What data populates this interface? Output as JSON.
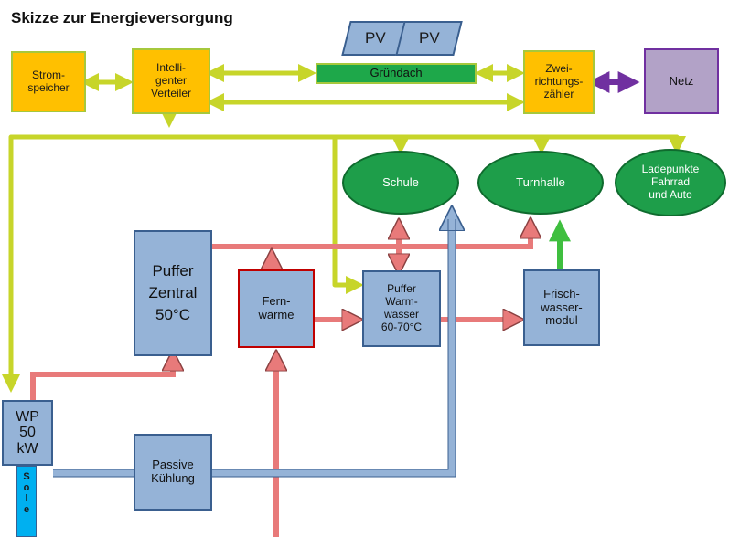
{
  "title": "Skizze zur Energieversorgung",
  "nodes": {
    "stromspeicher": "Strom-\nspeicher",
    "verteiler": "Intelli-\ngenter\nVerteiler",
    "pv1": "PV",
    "pv2": "PV",
    "gruendach": "Gründach",
    "zaehler": "Zwei-\nrichtungs-\nzähler",
    "netz": "Netz",
    "schule": "Schule",
    "turnhalle": "Turnhalle",
    "ladepunkte": "Ladepunkte\nFahrrad\nund Auto",
    "puffer_zentral": "Puffer\nZentral\n50°C",
    "fernwaerme": "Fern-\nwärme",
    "puffer_warmwasser": "Puffer\nWarm-\nwasser\n60-70°C",
    "frischwasser": "Frisch-\nwasser-\nmodul",
    "wp": "WP\n50\nkW",
    "passive_kuehlung": "Passive\nKühlung",
    "sole": [
      "S",
      "o",
      "l",
      "e"
    ]
  },
  "colors": {
    "electric_line": "#c7d52a",
    "electric_fill": "#e6e86a",
    "heat_line": "#e87a7a",
    "cool_line": "#95b3d7",
    "green_line": "#3fbf3f",
    "purple_line": "#7030a0"
  }
}
